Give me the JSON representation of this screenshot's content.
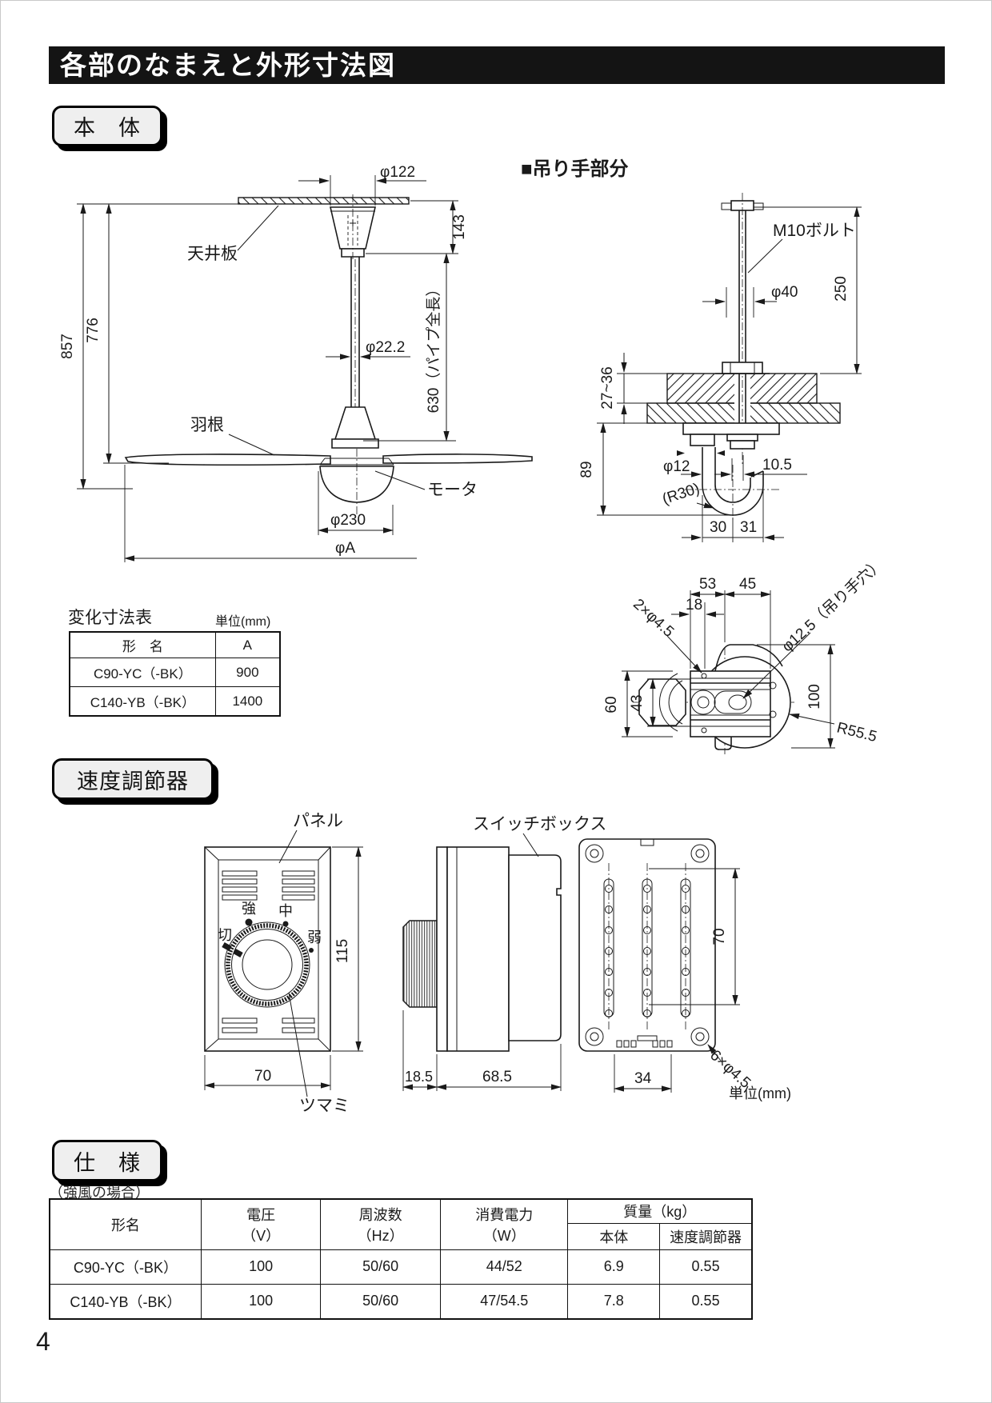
{
  "page": {
    "number": "4"
  },
  "header": {
    "title": "各部のなまえと外形寸法図"
  },
  "badges": {
    "body": "本　体",
    "speed": "速度調節器",
    "spec": "仕　様"
  },
  "body_drawing": {
    "labels": {
      "ceiling_board": "天井板",
      "blade": "羽根",
      "motor": "モータ"
    },
    "dims": {
      "phi122": "φ122",
      "h143": "143",
      "h857": "857",
      "h776": "776",
      "phi222": "φ22.2",
      "pipe_len": "630（パイプ全長）",
      "phi230": "φ230",
      "phiA": "φA"
    }
  },
  "hanger_drawing": {
    "title": "■吊り手部分",
    "labels": {
      "bolt": "M10ボルト"
    },
    "dims": {
      "phi40": "φ40",
      "h250": "250",
      "t2736": "27~36",
      "h89": "89",
      "phi12": "φ12",
      "off105": "10.5",
      "r30": "(R30)",
      "w30": "30",
      "w31": "31"
    }
  },
  "hanger_detail": {
    "dims": {
      "w53": "53",
      "w45": "45",
      "w18": "18",
      "holes2": "2×φ4.5",
      "hole125": "φ12.5（吊り手穴）",
      "h60": "60",
      "h43": "43",
      "h100": "100",
      "r555": "R55.5"
    }
  },
  "size_table": {
    "title": "変化寸法表",
    "unit": "単位(mm)",
    "headers": {
      "model": "形　名",
      "a": "A"
    },
    "rows": [
      {
        "model": "C90-YC（-BK）",
        "a": "900"
      },
      {
        "model": "C140-YB（-BK）",
        "a": "1400"
      }
    ]
  },
  "speed_drawing": {
    "labels": {
      "panel": "パネル",
      "switch_box": "スイッチボックス",
      "knob": "ツマミ",
      "unit": "単位(mm)"
    },
    "dial": {
      "strong": "強",
      "middle": "中",
      "weak": "弱",
      "off": "切"
    },
    "dims": {
      "h115": "115",
      "w70": "70",
      "d185": "18.5",
      "d685": "68.5",
      "h70": "70",
      "w34": "34",
      "holes6": "6×φ4.5"
    }
  },
  "spec_section": {
    "note": "（強風の場合）"
  },
  "spec_table": {
    "headers": {
      "model": "形名",
      "volt1": "電圧",
      "volt2": "（V）",
      "freq1": "周波数",
      "freq2": "（Hz）",
      "power1": "消費電力",
      "power2": "（W）",
      "mass": "質量（kg）",
      "mass_body": "本体",
      "mass_ctrl": "速度調節器"
    },
    "rows": [
      {
        "model": "C90-YC（-BK）",
        "v": "100",
        "f": "50/60",
        "p": "44/52",
        "mb": "6.9",
        "mc": "0.55"
      },
      {
        "model": "C140-YB（-BK）",
        "v": "100",
        "f": "50/60",
        "p": "47/54.5",
        "mb": "7.8",
        "mc": "0.55"
      }
    ]
  }
}
